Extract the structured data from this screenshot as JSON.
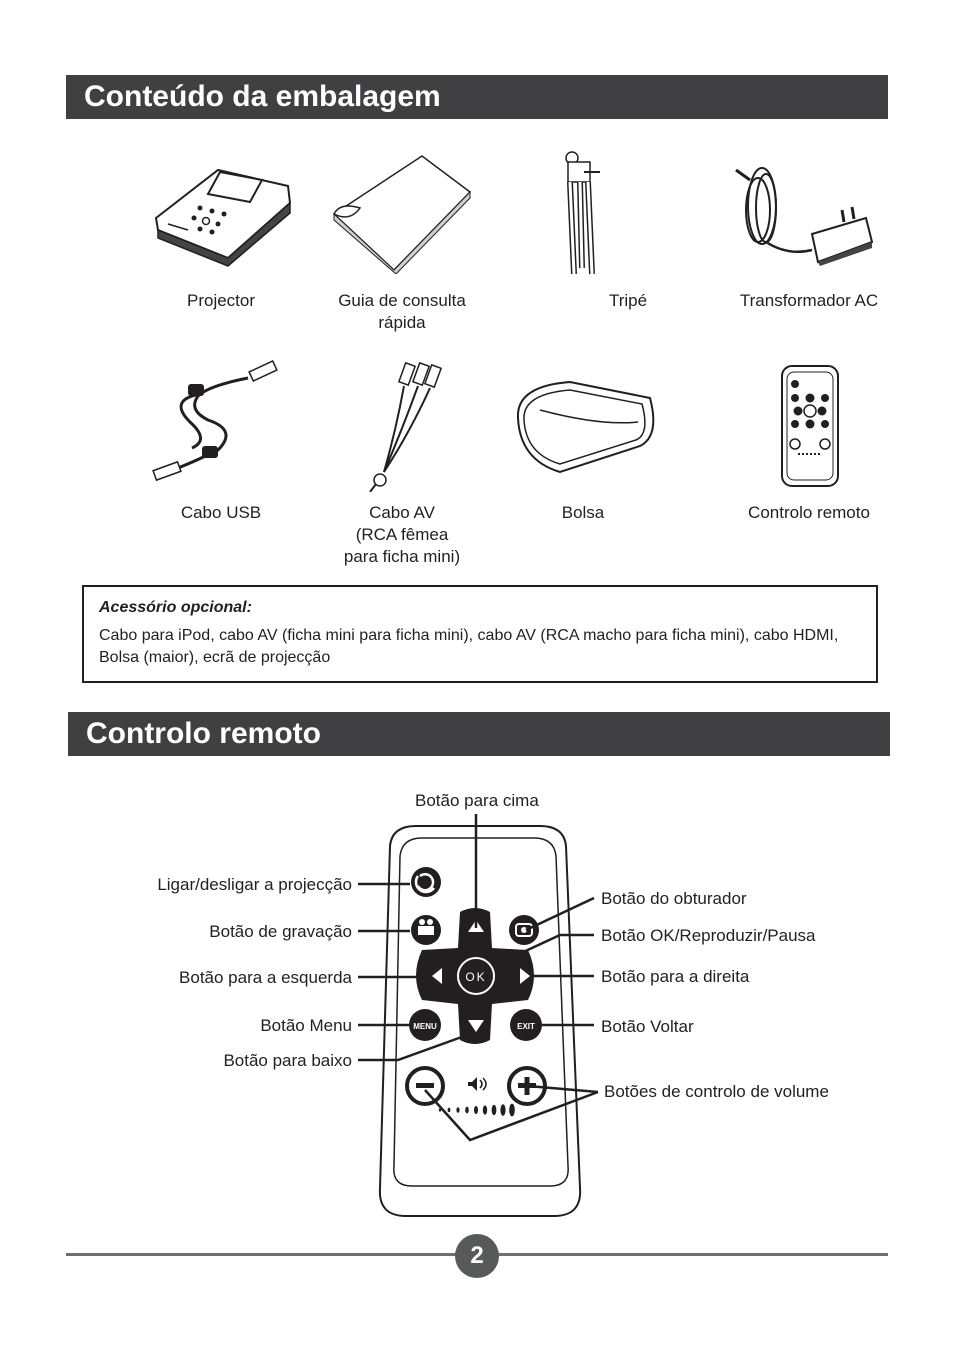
{
  "contents": {
    "title": "Conteúdo da embalagem",
    "items": [
      {
        "label": "Projector",
        "icon": "projector-icon"
      },
      {
        "label": "Guia de consulta\nrápida",
        "icon": "manual-icon"
      },
      {
        "label": "Tripé",
        "icon": "tripod-icon"
      },
      {
        "label": "Transformador AC",
        "icon": "ac-adapter-icon"
      },
      {
        "label": "Cabo USB",
        "icon": "usb-cable-icon"
      },
      {
        "label": "Cabo AV\n(RCA fêmea\npara ficha mini)",
        "icon": "av-cable-icon"
      },
      {
        "label": "Bolsa",
        "icon": "pouch-icon"
      },
      {
        "label": "Controlo remoto",
        "icon": "remote-icon"
      }
    ],
    "optional": {
      "title": "Acessório opcional:",
      "text": "Cabo para iPod, cabo AV (ficha mini para ficha mini), cabo AV (RCA macho para ficha mini), cabo HDMI, Bolsa (maior), ecrã de projecção"
    }
  },
  "remote": {
    "title": "Controlo remoto",
    "labels": {
      "up": "Botão para cima",
      "power": "Ligar/desligar a projecção",
      "record": "Botão de gravação",
      "left": "Botão para a esquerda",
      "menu": "Botão Menu",
      "down": "Botão para baixo",
      "shutter": "Botão do obturador",
      "ok": "Botão OK/Reproduzir/Pausa",
      "right": "Botão para a direita",
      "back": "Botão Voltar",
      "volume": "Botões de controlo de volume"
    },
    "button_text": {
      "ok": "OK",
      "menu": "MENU",
      "exit": "EXIT"
    }
  },
  "footer": {
    "page_number": "2"
  }
}
